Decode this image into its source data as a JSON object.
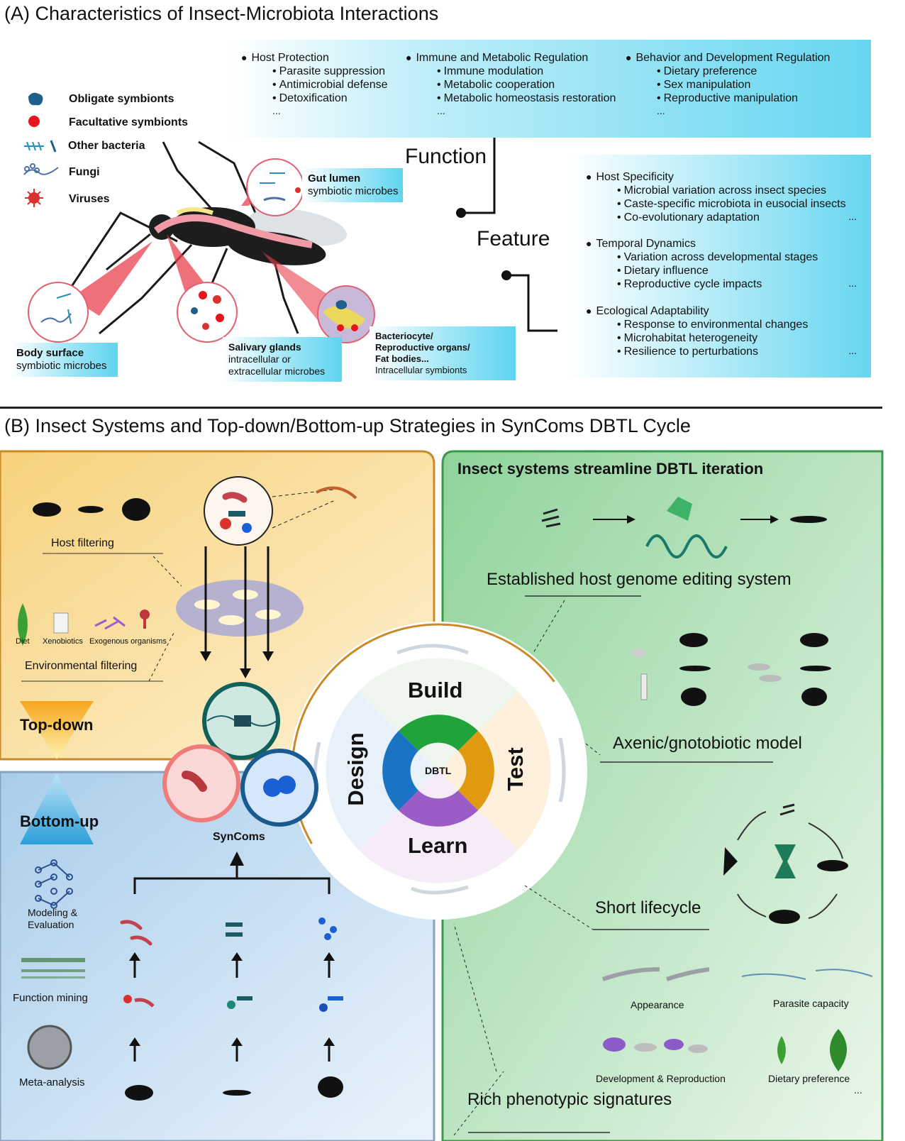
{
  "panelA": {
    "title": "(A) Characteristics of Insect-Microbiota Interactions",
    "legend": [
      {
        "icon": "obligate-symbiont-icon",
        "label": "Obligate symbionts",
        "color": "#1f5f8b"
      },
      {
        "icon": "facultative-symbiont-icon",
        "label": "Facultative symbionts",
        "color": "#e8141b"
      },
      {
        "icon": "other-bacteria-icon",
        "label": "Other bacteria",
        "color": "#2a8fb5"
      },
      {
        "icon": "fungi-icon",
        "label": "Fungi",
        "color": "#4a6ea8"
      },
      {
        "icon": "virus-icon",
        "label": "Viruses",
        "color": "#d9312b"
      }
    ],
    "function_word": "Function",
    "feature_word": "Feature",
    "function_groups": [
      {
        "head": "Host Protection",
        "items": [
          "Parasite suppression",
          "Antimicrobial defense",
          "Detoxification"
        ],
        "more": "..."
      },
      {
        "head": "Immune and Metabolic Regulation",
        "items": [
          "Immune modulation",
          "Metabolic cooperation",
          "Metabolic homeostasis restoration"
        ],
        "more": "..."
      },
      {
        "head": "Behavior and Development Regulation",
        "items": [
          "Dietary preference",
          "Sex manipulation",
          "Reproductive manipulation"
        ],
        "more": "..."
      }
    ],
    "feature_groups": [
      {
        "head": "Host Specificity",
        "items": [
          "Microbial variation across insect species",
          "Caste-specific microbiota in eusocial insects",
          "Co-evolutionary adaptation"
        ],
        "more": "..."
      },
      {
        "head": "Temporal Dynamics",
        "items": [
          "Variation across developmental stages",
          "Dietary influence",
          "Reproductive cycle impacts"
        ],
        "more": "..."
      },
      {
        "head": "Ecological Adaptability",
        "items": [
          "Response to environmental changes",
          "Microhabitat heterogeneity",
          "Resilience to perturbations"
        ],
        "more": "..."
      }
    ],
    "sites": {
      "gut": {
        "bold": "Gut lumen",
        "normal": "symbiotic microbes"
      },
      "body": {
        "bold": "Body surface",
        "normal": "symbiotic microbes"
      },
      "salivary": {
        "bold": "Salivary glands",
        "normal1": "intracellular or",
        "normal2": "extracellular microbes"
      },
      "bacteriocyte": {
        "bold1": "Bacteriocyte/",
        "bold2": "Reproductive organs/",
        "bold3": "Fat bodies...",
        "normal": "Intracellular symbionts"
      }
    }
  },
  "panelB": {
    "title": "(B) Insect Systems and Top-down/Bottom-up Strategies in SynComs DBTL Cycle",
    "host_filtering": "Host filtering",
    "env_items": [
      "Diet",
      "Xenobiotics",
      "Exogenous organisms"
    ],
    "env_filtering": "Environmental filtering",
    "top_down": "Top-down",
    "bottom_up": "Bottom-up",
    "syncoms": "SynComs",
    "bottom_items": [
      "Modeling &",
      "Evaluation",
      "Function mining",
      "Meta-analysis"
    ],
    "dbtl": {
      "center": "DBTL",
      "build": "Build",
      "test": "Test",
      "learn": "Learn",
      "design": "Design"
    },
    "right_title": "Insect systems streamline DBTL iteration",
    "genome_editing": "Established host genome editing system",
    "axenic": "Axenic/gnotobiotic model",
    "short_lifecycle": "Short lifecycle",
    "phenotypes": {
      "appearance": "Appearance",
      "parasite": "Parasite capacity",
      "devrep": "Development & Reproduction",
      "dietary": "Dietary preference",
      "more": "...",
      "title": "Rich phenotypic signatures"
    },
    "colors": {
      "build": "#1fa33a",
      "test": "#e09a12",
      "learn": "#9b5cc8",
      "design": "#1b73c3"
    }
  }
}
